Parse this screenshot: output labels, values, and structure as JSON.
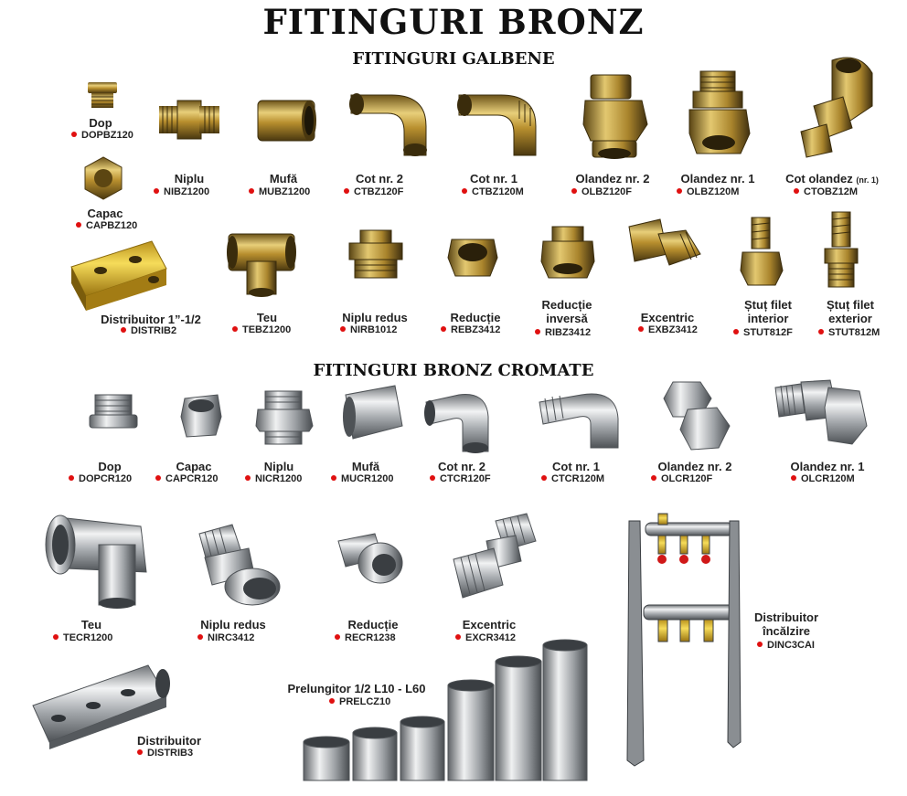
{
  "title": "FITINGURI BRONZ",
  "sections": {
    "yellow": "FITINGURI GALBENE",
    "chrome": "FITINGURI BRONZ CROMATE"
  },
  "yellow_items": [
    {
      "name": "Dop",
      "code": "DOPBZ120"
    },
    {
      "name": "Capac",
      "code": "CAPBZ120"
    },
    {
      "name": "Niplu",
      "code": "NIBZ1200"
    },
    {
      "name": "Mufă",
      "code": "MUBZ1200"
    },
    {
      "name": "Cot nr. 2",
      "code": "CTBZ120F"
    },
    {
      "name": "Cot nr. 1",
      "code": "CTBZ120M"
    },
    {
      "name": "Olandez nr. 2",
      "code": "OLBZ120F"
    },
    {
      "name": "Olandez nr. 1",
      "code": "OLBZ120M"
    },
    {
      "name": "Cot olandez",
      "name_note": "(nr. 1)",
      "code": "CTOBZ12M"
    },
    {
      "name": "Distribuitor 1”-1/2",
      "code": "DISTRIB2"
    },
    {
      "name": "Teu",
      "code": "TEBZ1200"
    },
    {
      "name": "Niplu redus",
      "code": "NIRB1012"
    },
    {
      "name": "Reducție",
      "code": "REBZ3412"
    },
    {
      "name": "Reducție inversă",
      "line1": "Reducție",
      "line2": "inversă",
      "code": "RIBZ3412"
    },
    {
      "name": "Excentric",
      "code": "EXBZ3412"
    },
    {
      "name": "Ștuț filet interior",
      "line1": "Ștuț filet",
      "line2": "interior",
      "code": "STUT812F"
    },
    {
      "name": "Ștuț filet exterior",
      "line1": "Ștuț filet",
      "line2": "exterior",
      "code": "STUT812M"
    }
  ],
  "chrome_items": [
    {
      "name": "Dop",
      "code": "DOPCR120"
    },
    {
      "name": "Capac",
      "code": "CAPCR120"
    },
    {
      "name": "Niplu",
      "code": "NICR1200"
    },
    {
      "name": "Mufă",
      "code": "MUCR1200"
    },
    {
      "name": "Cot nr. 2",
      "code": "CTCR120F"
    },
    {
      "name": "Cot nr. 1",
      "code": "CTCR120M"
    },
    {
      "name": "Olandez nr. 2",
      "code": "OLCR120F"
    },
    {
      "name": "Olandez nr. 1",
      "code": "OLCR120M"
    },
    {
      "name": "Teu",
      "code": "TECR1200"
    },
    {
      "name": "Niplu redus",
      "code": "NIRC3412"
    },
    {
      "name": "Reducție",
      "code": "RECR1238"
    },
    {
      "name": "Excentric",
      "code": "EXCR3412"
    },
    {
      "name": "Distribuitor",
      "code": "DISTRIB3"
    },
    {
      "name": "Prelungitor 1/2 L10 - L60",
      "code": "PRELCZ10"
    },
    {
      "name": "Distribuitor încălzire",
      "line1": "Distribuitor",
      "line2": "încălzire",
      "code": "DINC3CAI"
    }
  ],
  "colors": {
    "accent_dot": "#e01010",
    "brass": "#c9a23a",
    "chrome": "#b8bcc0"
  }
}
